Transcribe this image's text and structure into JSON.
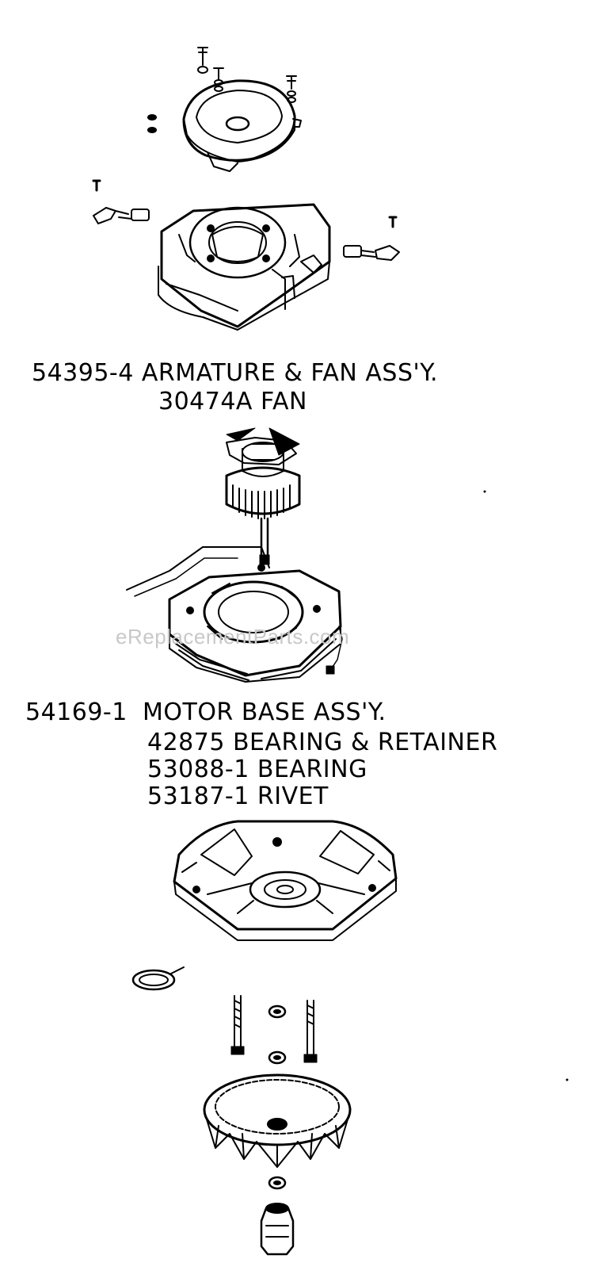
{
  "watermark": "eReplacementParts.com",
  "colors": {
    "ink": "#000000",
    "background": "#ffffff",
    "watermark": "#c8c8c8"
  },
  "groups": [
    {
      "part_number": "54395-4",
      "description": "ARMATURE & FAN ASS'Y.",
      "subparts": [
        {
          "part_number": "30474A",
          "description": "FAN"
        }
      ]
    },
    {
      "part_number": "54169-1",
      "description": "MOTOR BASE ASS'Y.",
      "subparts": [
        {
          "part_number": "42875",
          "description": "BEARING & RETAINER"
        },
        {
          "part_number": "53088-1",
          "description": "BEARING"
        },
        {
          "part_number": "53187-1",
          "description": "RIVET"
        }
      ]
    }
  ],
  "labels": {
    "g1_main": "54395-4 ARMATURE & FAN ASS'Y.",
    "g1_sub1": "30474A FAN",
    "g2_main_num": "54169-1",
    "g2_main_desc": "MOTOR BASE ASS'Y.",
    "g2_sub1": "42875 BEARING & RETAINER",
    "g2_sub2": "53088-1 BEARING",
    "g2_sub3": "53187-1 RIVET"
  }
}
